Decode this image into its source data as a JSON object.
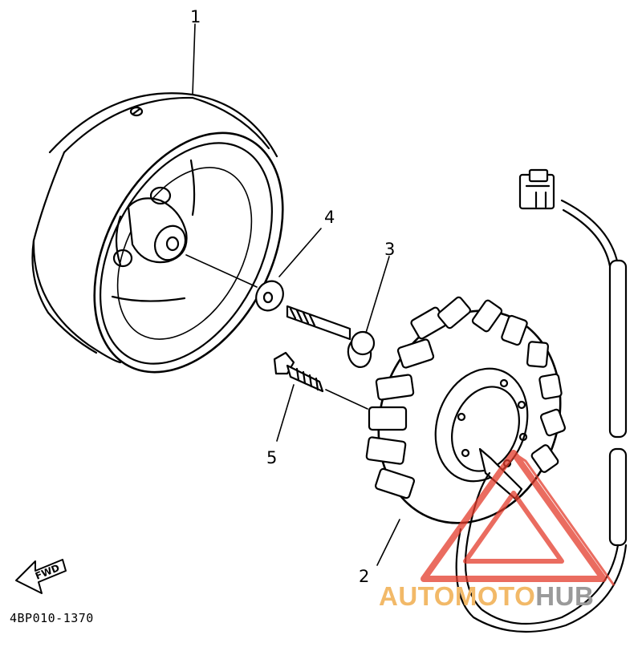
{
  "diagram": {
    "callouts": [
      {
        "number": "1"
      },
      {
        "number": "2"
      },
      {
        "number": "3"
      },
      {
        "number": "4"
      },
      {
        "number": "5"
      }
    ],
    "direction_label": "FWD",
    "diagram_code": "4BP010-1370"
  },
  "watermark": {
    "brand_part1": "AUTOMOTO",
    "brand_part2": "HUB",
    "colors": {
      "triangle": "#e43c2c",
      "text_primary": "#f2b968",
      "text_secondary": "#9a9a9a"
    }
  },
  "icons": [
    "fwd-arrow-icon",
    "warning-triangle-icon"
  ]
}
